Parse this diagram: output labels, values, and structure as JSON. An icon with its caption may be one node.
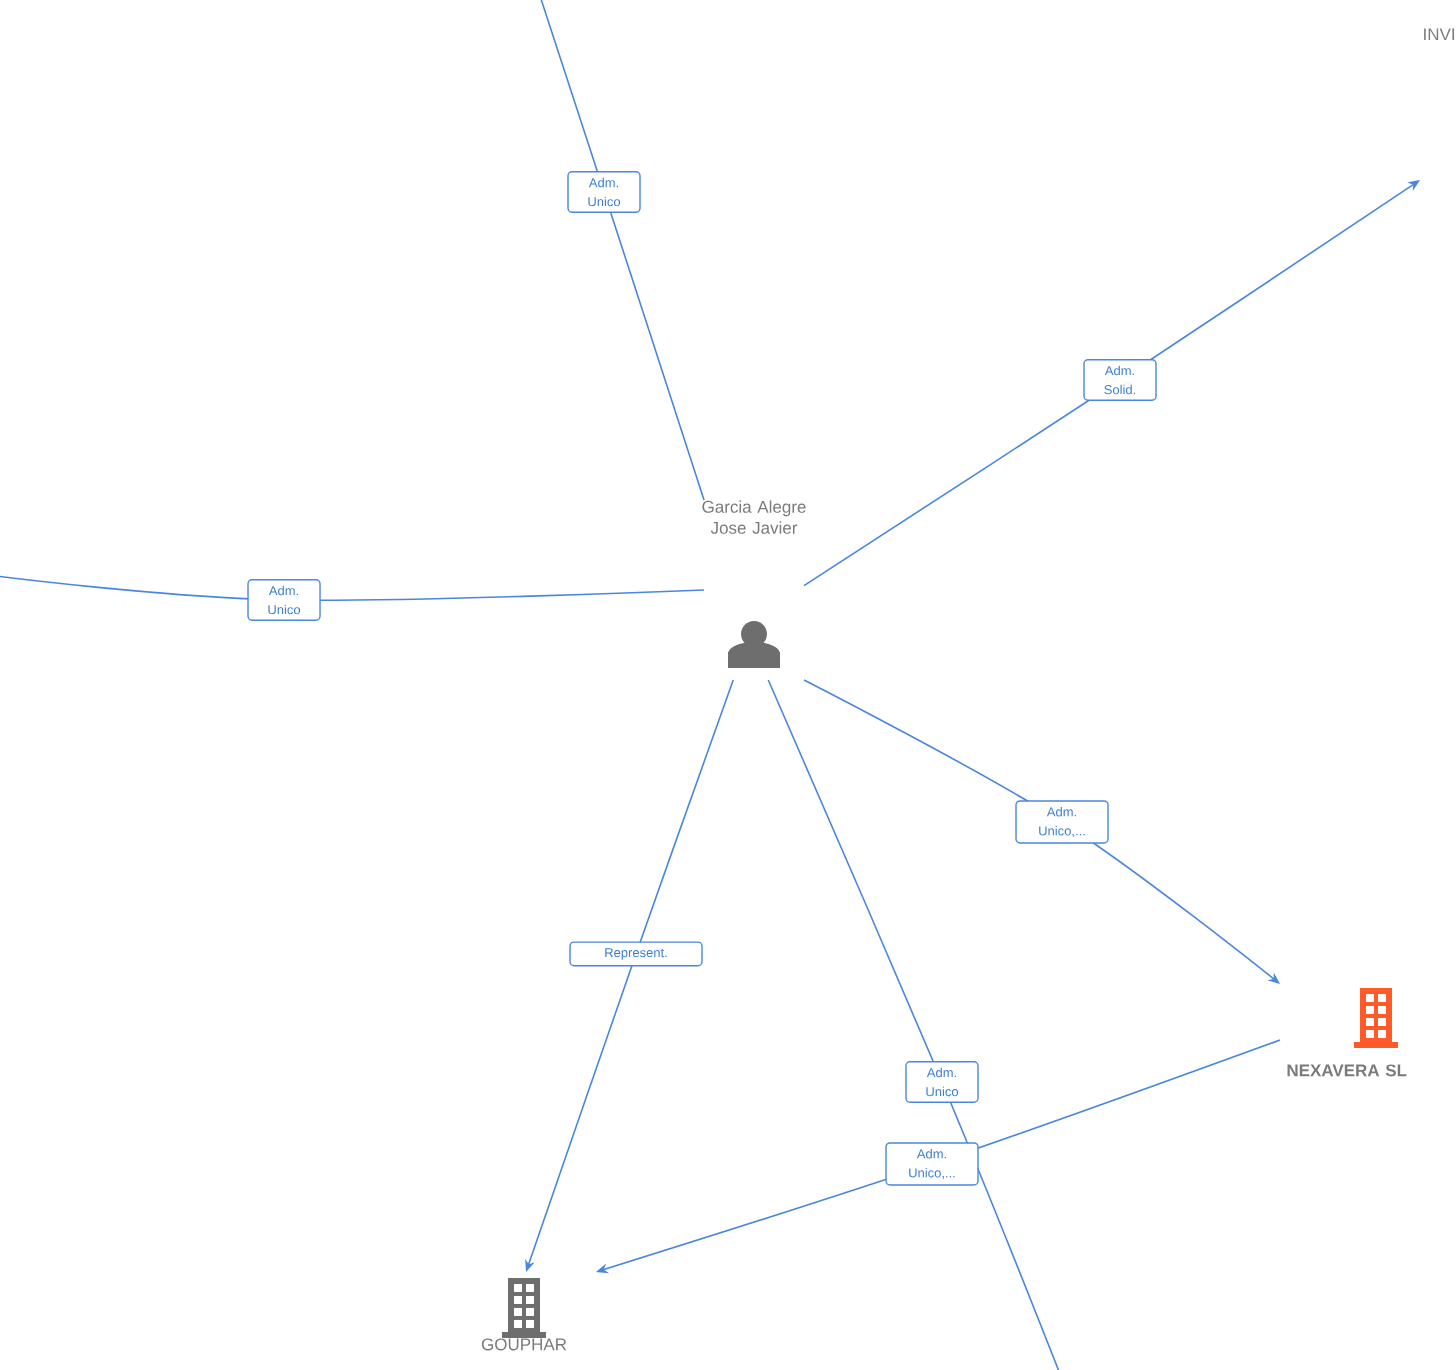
{
  "diagram": {
    "nodes": [
      {
        "text": [
          "Garcia Alegre Jose Javier"
        ]
      },
      {
        "text": [
          "INVI"
        ]
      },
      {
        "text": [
          "NEXAVERA SL"
        ]
      },
      {
        "text": [
          "GOUPHAR"
        ]
      }
    ],
    "edges": [
      {
        "from": 0,
        "to": null,
        "arrow": "none",
        "label": "Adm. Unico"
      },
      {
        "from": 0,
        "to": 1,
        "arrow": "to",
        "label": "Adm. Solid."
      },
      {
        "from": 0,
        "to": null,
        "arrow": "none",
        "label": "Adm. Unico"
      },
      {
        "from": 0,
        "to": 2,
        "arrow": "to",
        "label": "Adm. Unico,..."
      },
      {
        "from": 0,
        "to": 3,
        "arrow": "to",
        "label": "Represent."
      },
      {
        "from": 0,
        "to": null,
        "arrow": "none",
        "label": "Adm. Unico"
      },
      {
        "from": 2,
        "to": 3,
        "arrow": "to",
        "label": "Adm. Unico,..."
      }
    ]
  }
}
